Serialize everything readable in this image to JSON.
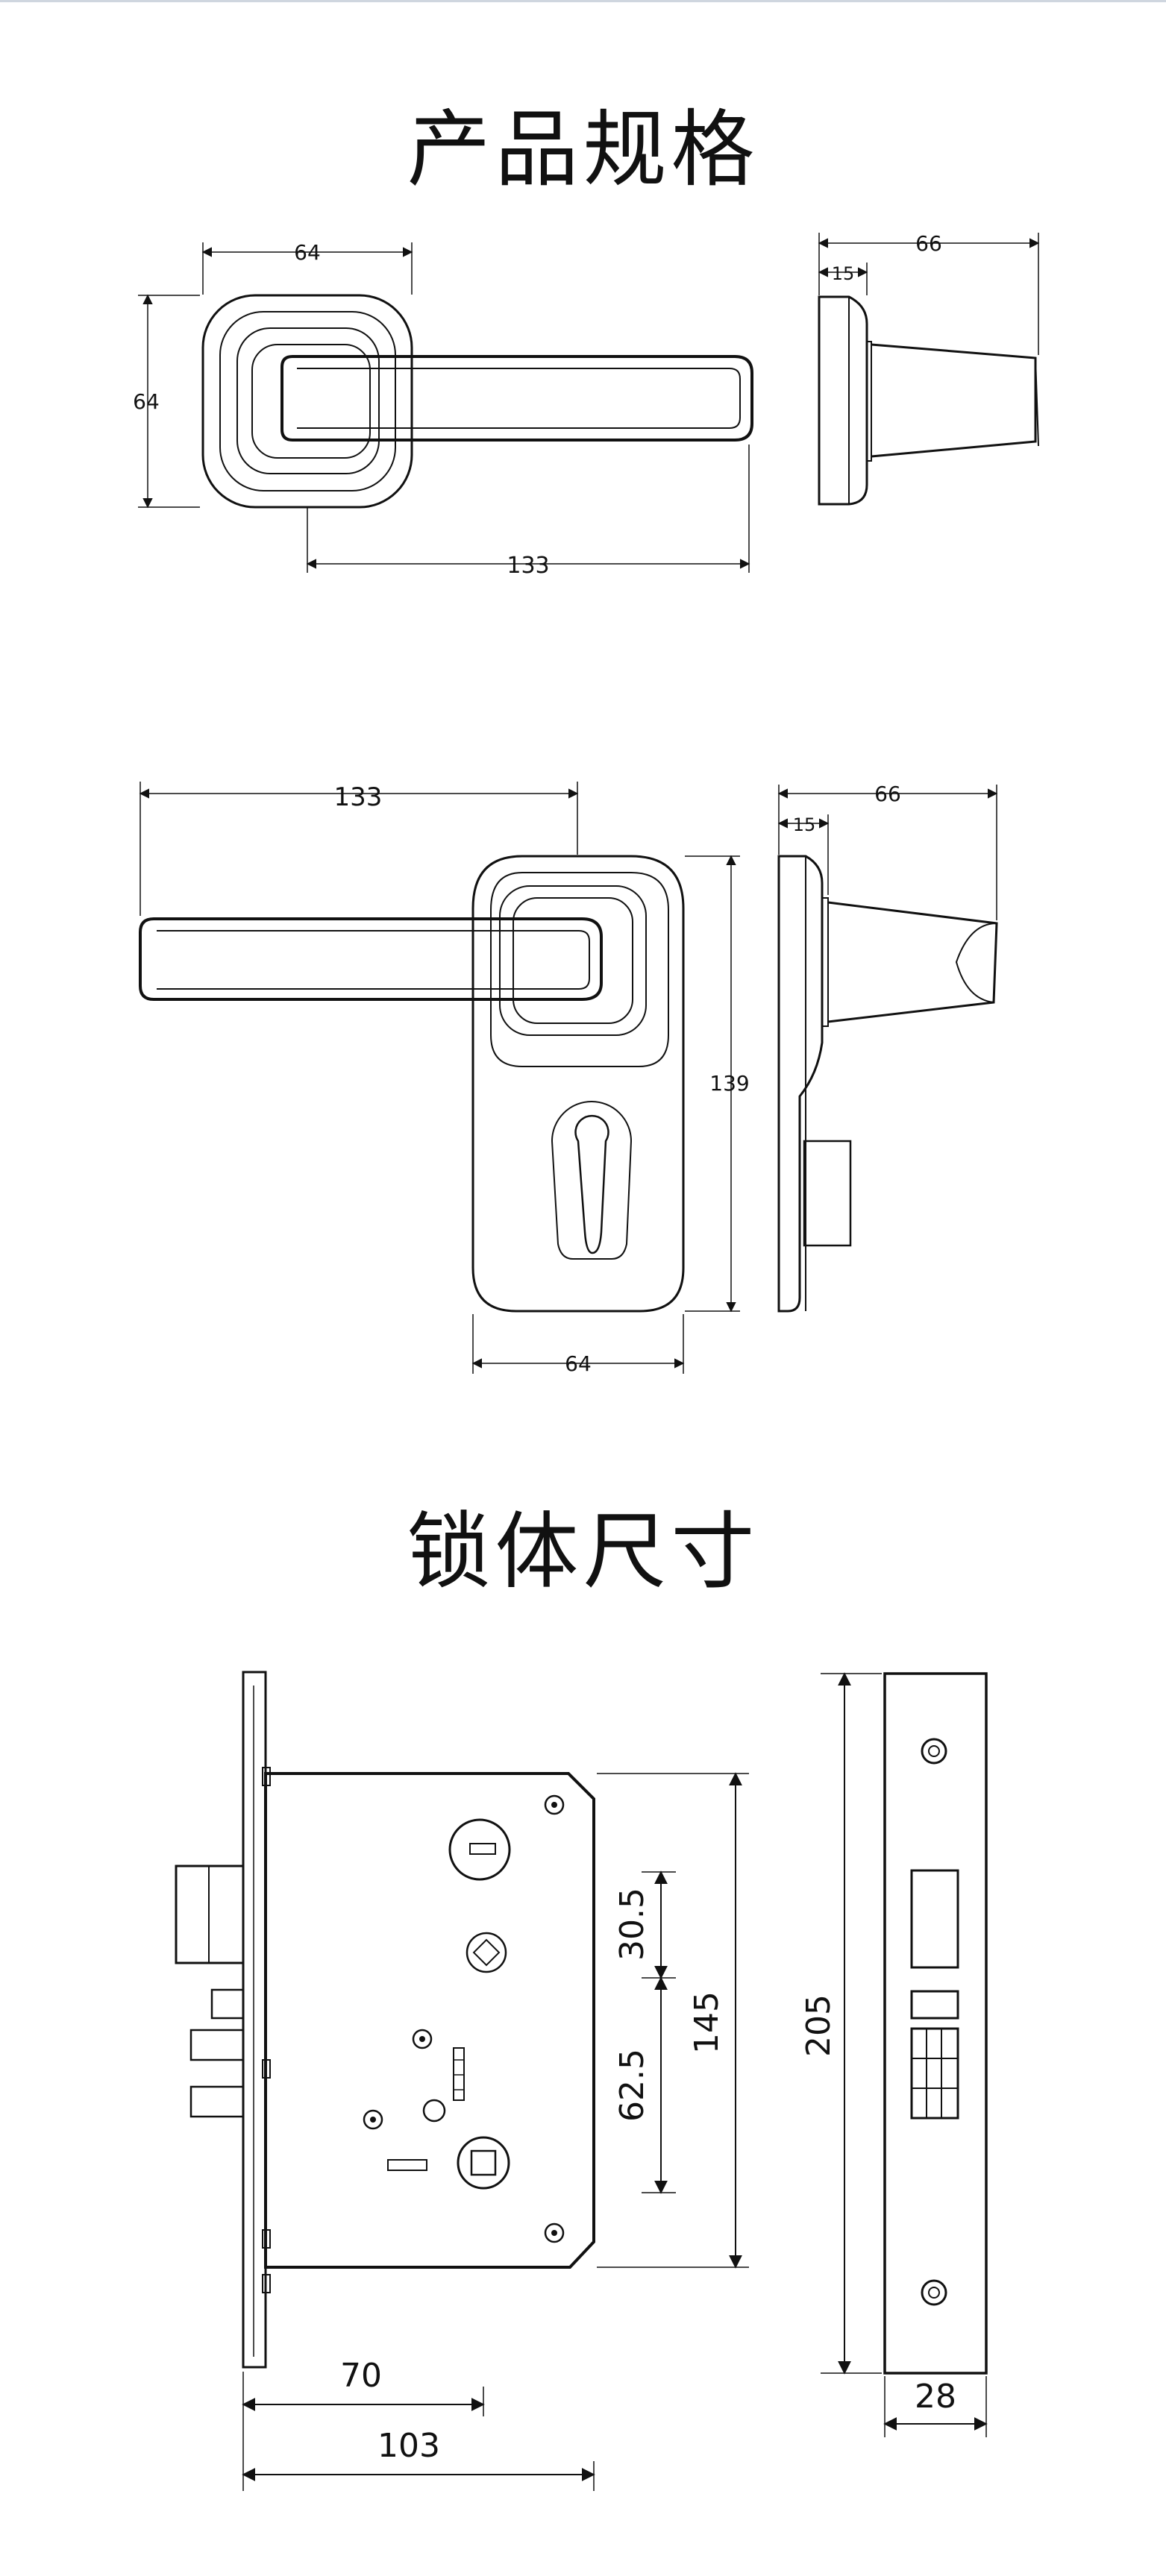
{
  "titles": {
    "spec": "产品规格",
    "lockbody": "锁体尺寸"
  },
  "handle_front": {
    "rose_width": "64",
    "rose_height": "64",
    "lever_length": "133"
  },
  "handle_side": {
    "total_depth": "66",
    "rose_depth": "15"
  },
  "plate_front": {
    "lever_length": "133",
    "plate_height": "139",
    "plate_width": "64"
  },
  "plate_side": {
    "total_depth": "66",
    "plate_depth": "15"
  },
  "lockbody_front": {
    "spindle_to_cylinder": "30.5",
    "body_height": "145",
    "cylinder_to_bottom": "62.5",
    "backset": "70",
    "body_depth": "103"
  },
  "lockbody_faceplate": {
    "height": "205",
    "width": "28"
  }
}
